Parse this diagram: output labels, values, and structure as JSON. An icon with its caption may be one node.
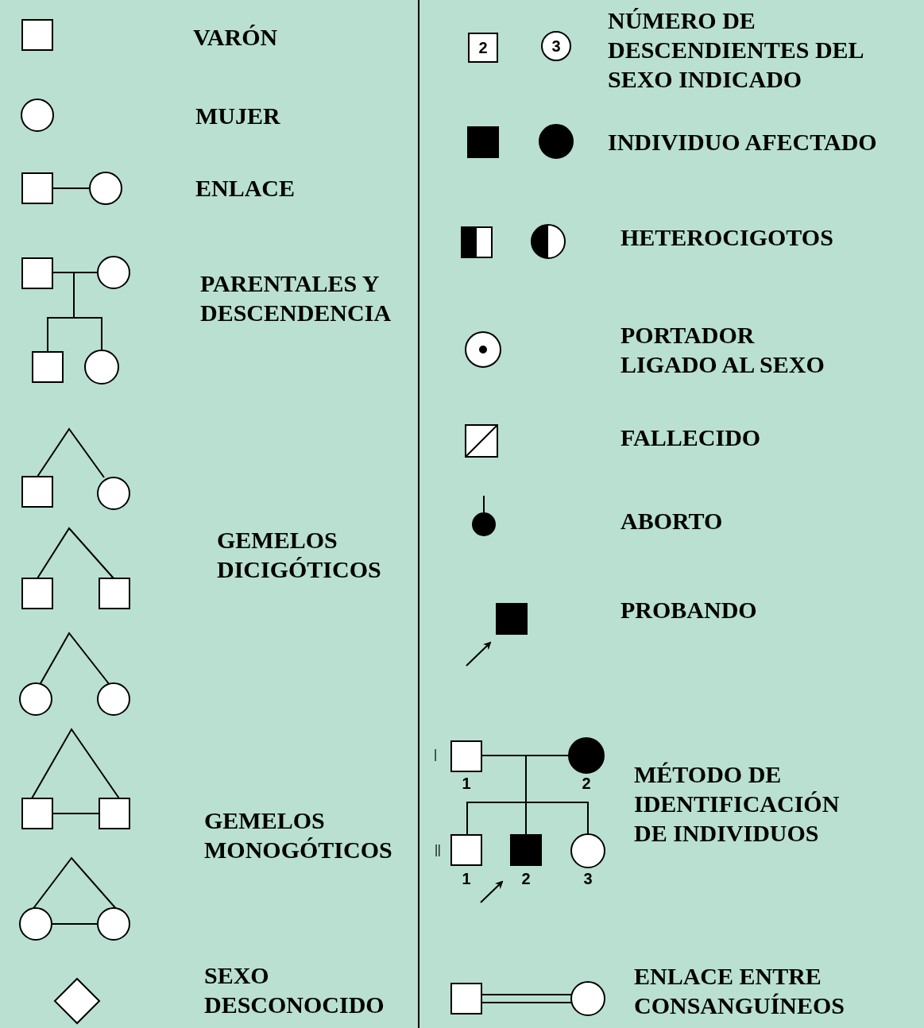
{
  "diagram": {
    "labels": [
      "VARÓN",
      "MUJER",
      "ENLACE",
      "PARENTALES Y DESCENDENCIA",
      "GEMELOS DICIGÓTICOS",
      "GEMELOS MONOGÓTICOS",
      "SEXO DESCONOCIDO",
      "2",
      "3",
      "NÚMERO DE DESCENDIENTES DEL SEXO INDICADO",
      "INDIVIDUO AFECTADO",
      "HETEROCIGOTOS",
      "PORTADOR LIGADO AL SEXO",
      "FALLECIDO",
      "ABORTO",
      "PROBANDO",
      "I",
      "1",
      "2",
      "II",
      "1",
      "2",
      "3",
      "MÉTODO DE IDENTIFICACIÓN DE INDIVIDUOS",
      "ENLACE ENTRE CONSANGUÍNEOS"
    ]
  }
}
